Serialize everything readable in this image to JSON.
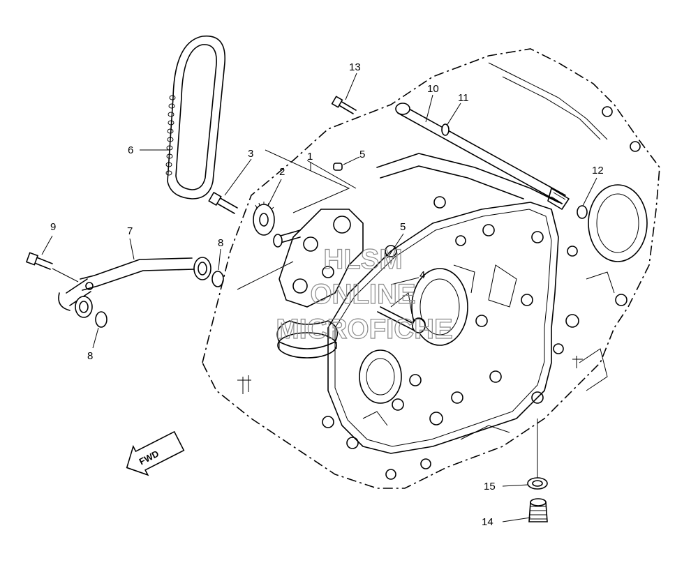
{
  "callouts": [
    {
      "id": "1",
      "label": "1"
    },
    {
      "id": "2",
      "label": "2"
    },
    {
      "id": "3",
      "label": "3"
    },
    {
      "id": "4",
      "label": "4"
    },
    {
      "id": "5a",
      "label": "5"
    },
    {
      "id": "5b",
      "label": "5"
    },
    {
      "id": "6",
      "label": "6"
    },
    {
      "id": "7",
      "label": "7"
    },
    {
      "id": "8a",
      "label": "8"
    },
    {
      "id": "8b",
      "label": "8"
    },
    {
      "id": "9",
      "label": "9"
    },
    {
      "id": "10",
      "label": "10"
    },
    {
      "id": "11",
      "label": "11"
    },
    {
      "id": "12",
      "label": "12"
    },
    {
      "id": "13",
      "label": "13"
    },
    {
      "id": "14",
      "label": "14"
    },
    {
      "id": "15",
      "label": "15"
    }
  ],
  "direction_arrow": {
    "label": "FWD"
  },
  "watermark": {
    "line1": "HLSM",
    "line2": "ONLINE",
    "line3": "MICROFICHE"
  }
}
